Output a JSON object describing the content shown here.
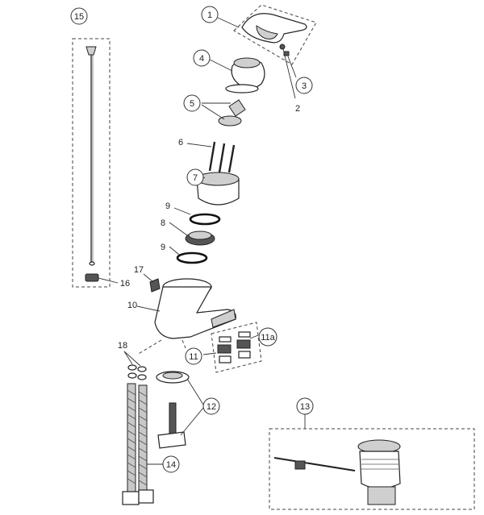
{
  "labels": {
    "c1": "1",
    "n2": "2",
    "c3": "3",
    "c4": "4",
    "c5": "5",
    "n6": "6",
    "c7": "7",
    "n8": "8",
    "n9a": "9",
    "n9b": "9",
    "n10": "10",
    "c11": "11",
    "c11a": "11a",
    "c12": "12",
    "c13": "13",
    "c14": "14",
    "c15": "15",
    "n16": "16",
    "n17": "17",
    "n18": "18"
  }
}
